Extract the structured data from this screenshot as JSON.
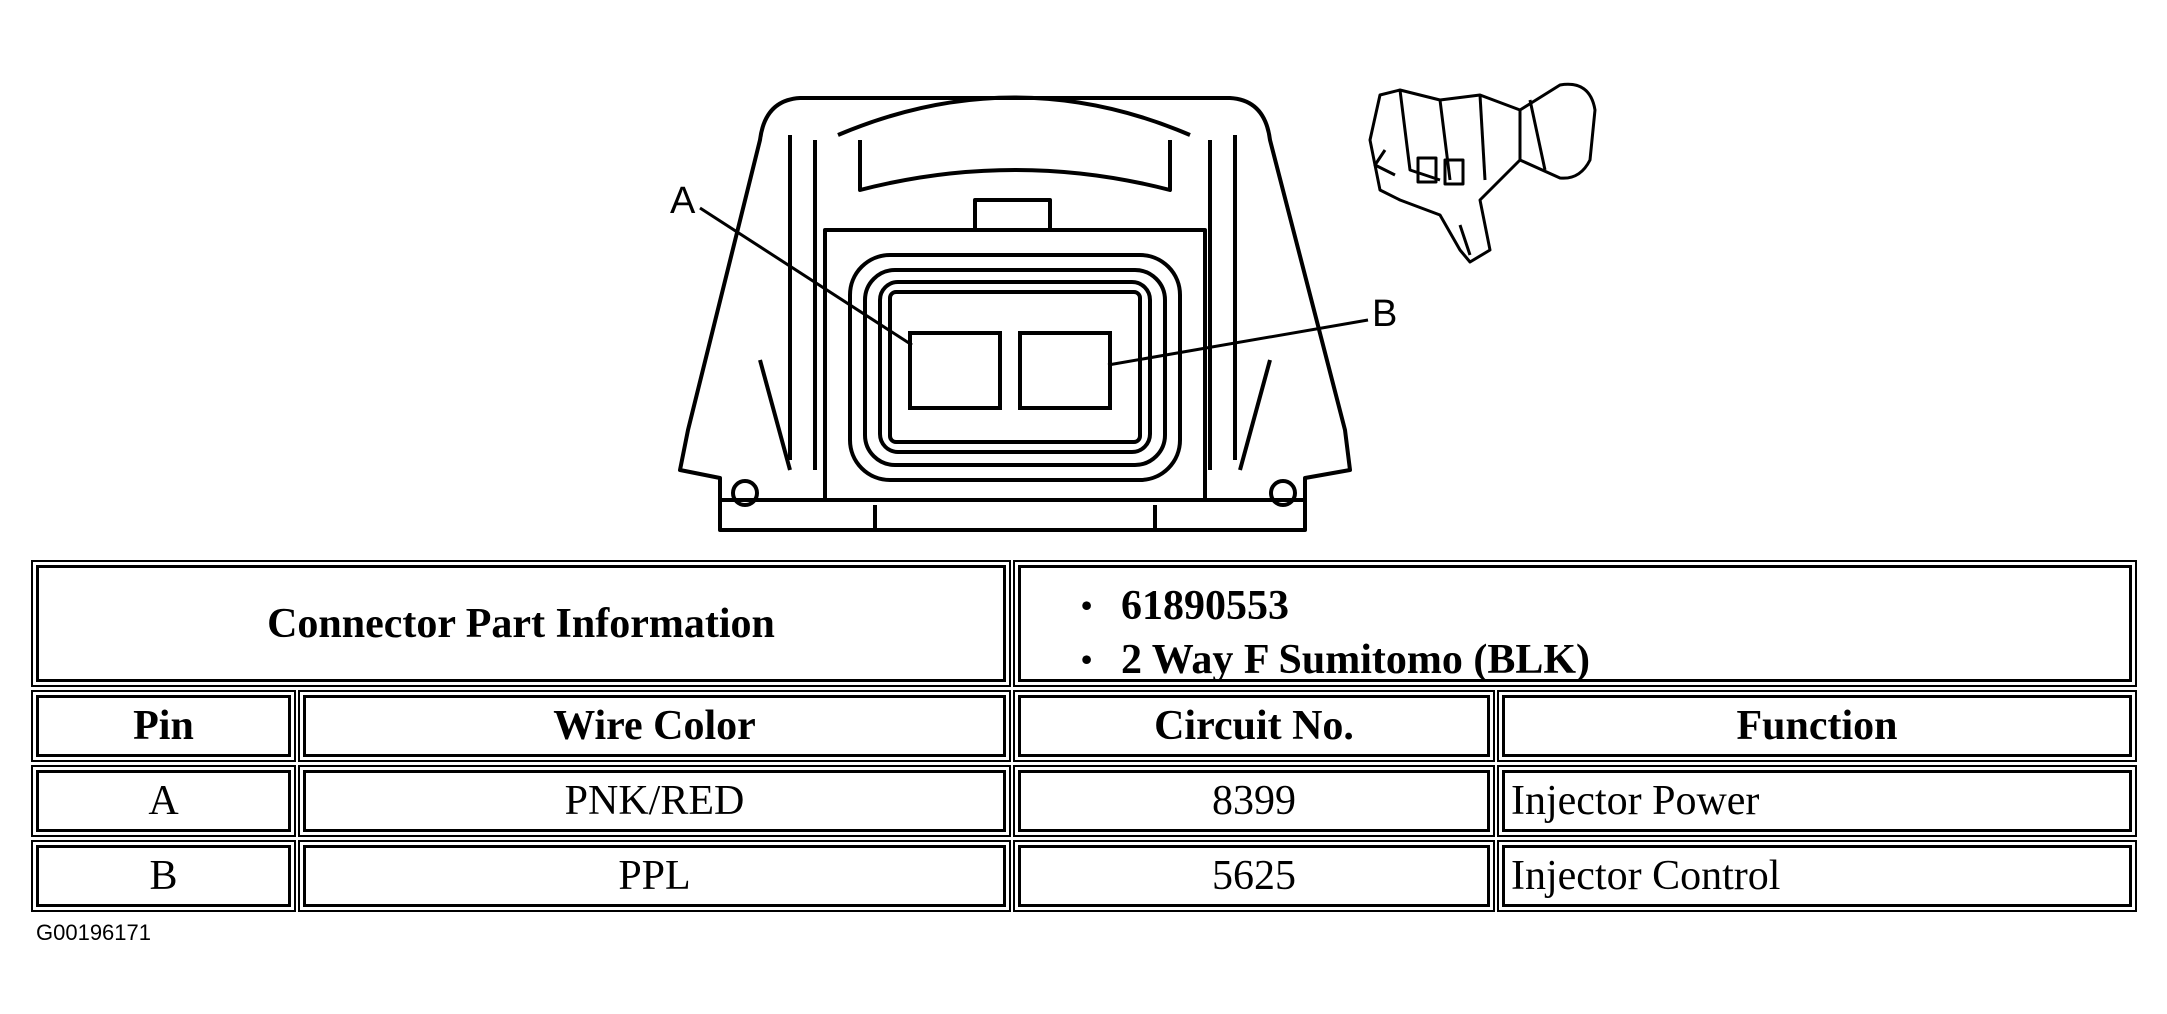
{
  "diagram": {
    "pin_a_label": "A",
    "pin_b_label": "B"
  },
  "connector_info": {
    "heading": "Connector Part Information",
    "parts": [
      "61890553",
      "2 Way F Sumitomo (BLK)"
    ]
  },
  "table": {
    "headers": [
      "Pin",
      "Wire Color",
      "Circuit No.",
      "Function"
    ],
    "rows": [
      [
        "A",
        "PNK/RED",
        "8399",
        "Injector Power"
      ],
      [
        "B",
        "PPL",
        "5625",
        "Injector Control"
      ]
    ]
  },
  "figure_id": "G00196171"
}
